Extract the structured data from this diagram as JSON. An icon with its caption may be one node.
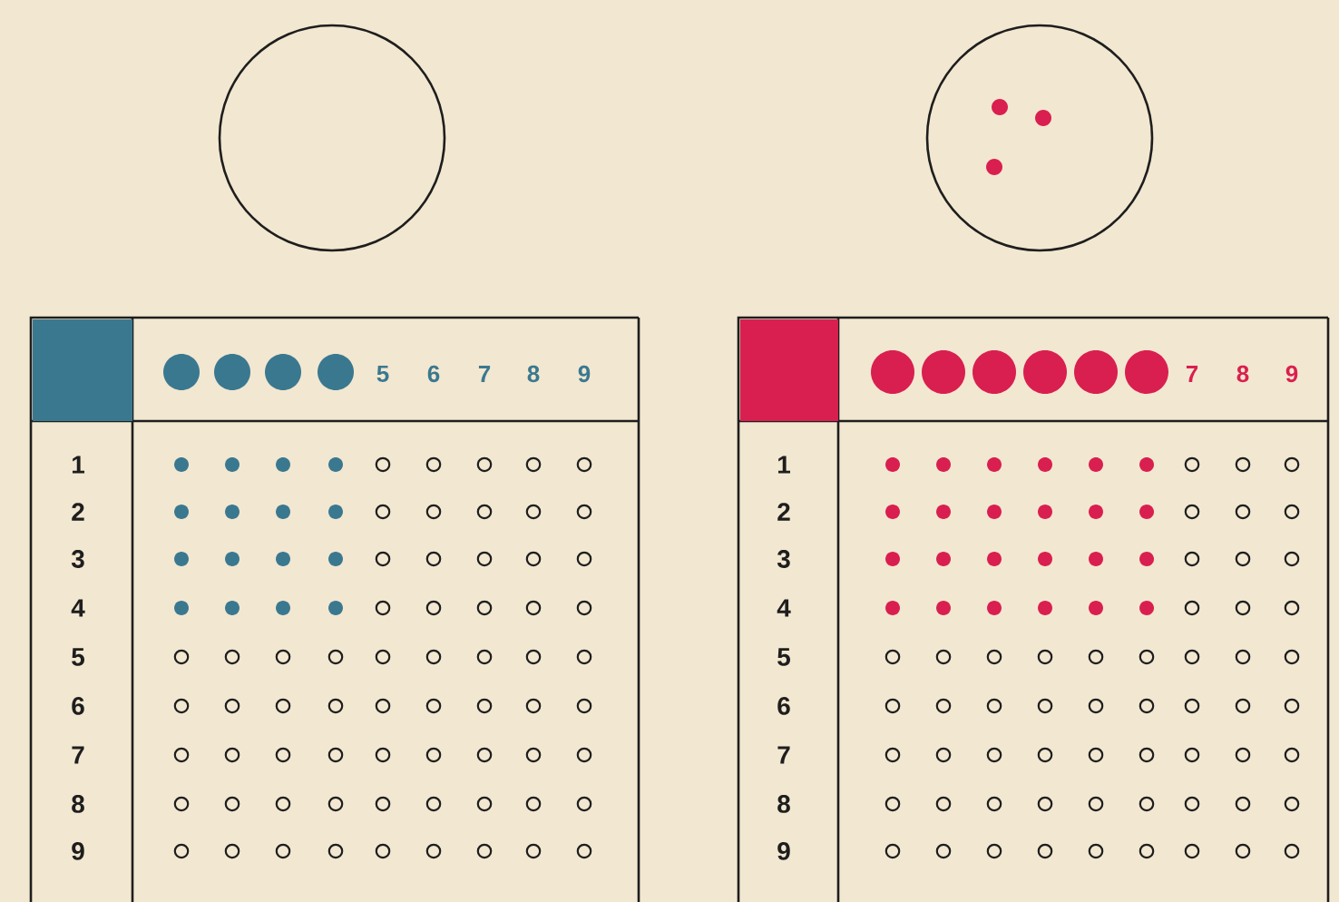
{
  "diagram": {
    "labels": [
      "5",
      "6",
      "7",
      "8",
      "9",
      "1",
      "2",
      "3",
      "4",
      "5",
      "6",
      "7",
      "8",
      "9",
      "7",
      "8",
      "9",
      "1",
      "2",
      "3",
      "4",
      "5",
      "6",
      "7",
      "8",
      "9"
    ]
  }
}
